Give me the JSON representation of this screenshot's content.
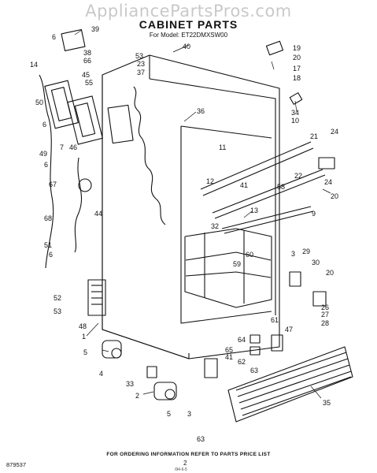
{
  "watermark": "AppliancePartsPros.com",
  "title": "CABINET PARTS",
  "subtitle": "For Model: ET22DMXSW00",
  "footer_note": "FOR ORDERING INFORMATION REFER TO PARTS PRICE LIST",
  "page_number": "2",
  "doc_code": "879537",
  "tiny_mark": "/94-6-5",
  "callouts": [
    "39",
    "6",
    "38",
    "66",
    "45",
    "55",
    "53",
    "23",
    "37",
    "40",
    "14",
    "50",
    "6",
    "7",
    "46",
    "49",
    "6",
    "67",
    "68",
    "44",
    "51",
    "6",
    "52",
    "53",
    "48",
    "1",
    "5",
    "4",
    "33",
    "2",
    "5",
    "3",
    "63",
    "36",
    "11",
    "12",
    "41",
    "13",
    "32",
    "60",
    "59",
    "34",
    "10",
    "24",
    "21",
    "22",
    "58",
    "9",
    "24",
    "20",
    "19",
    "20",
    "17",
    "18",
    "3",
    "29",
    "30",
    "20",
    "26",
    "27",
    "28",
    "61",
    "47",
    "64",
    "65",
    "41",
    "62",
    "63",
    "35"
  ]
}
